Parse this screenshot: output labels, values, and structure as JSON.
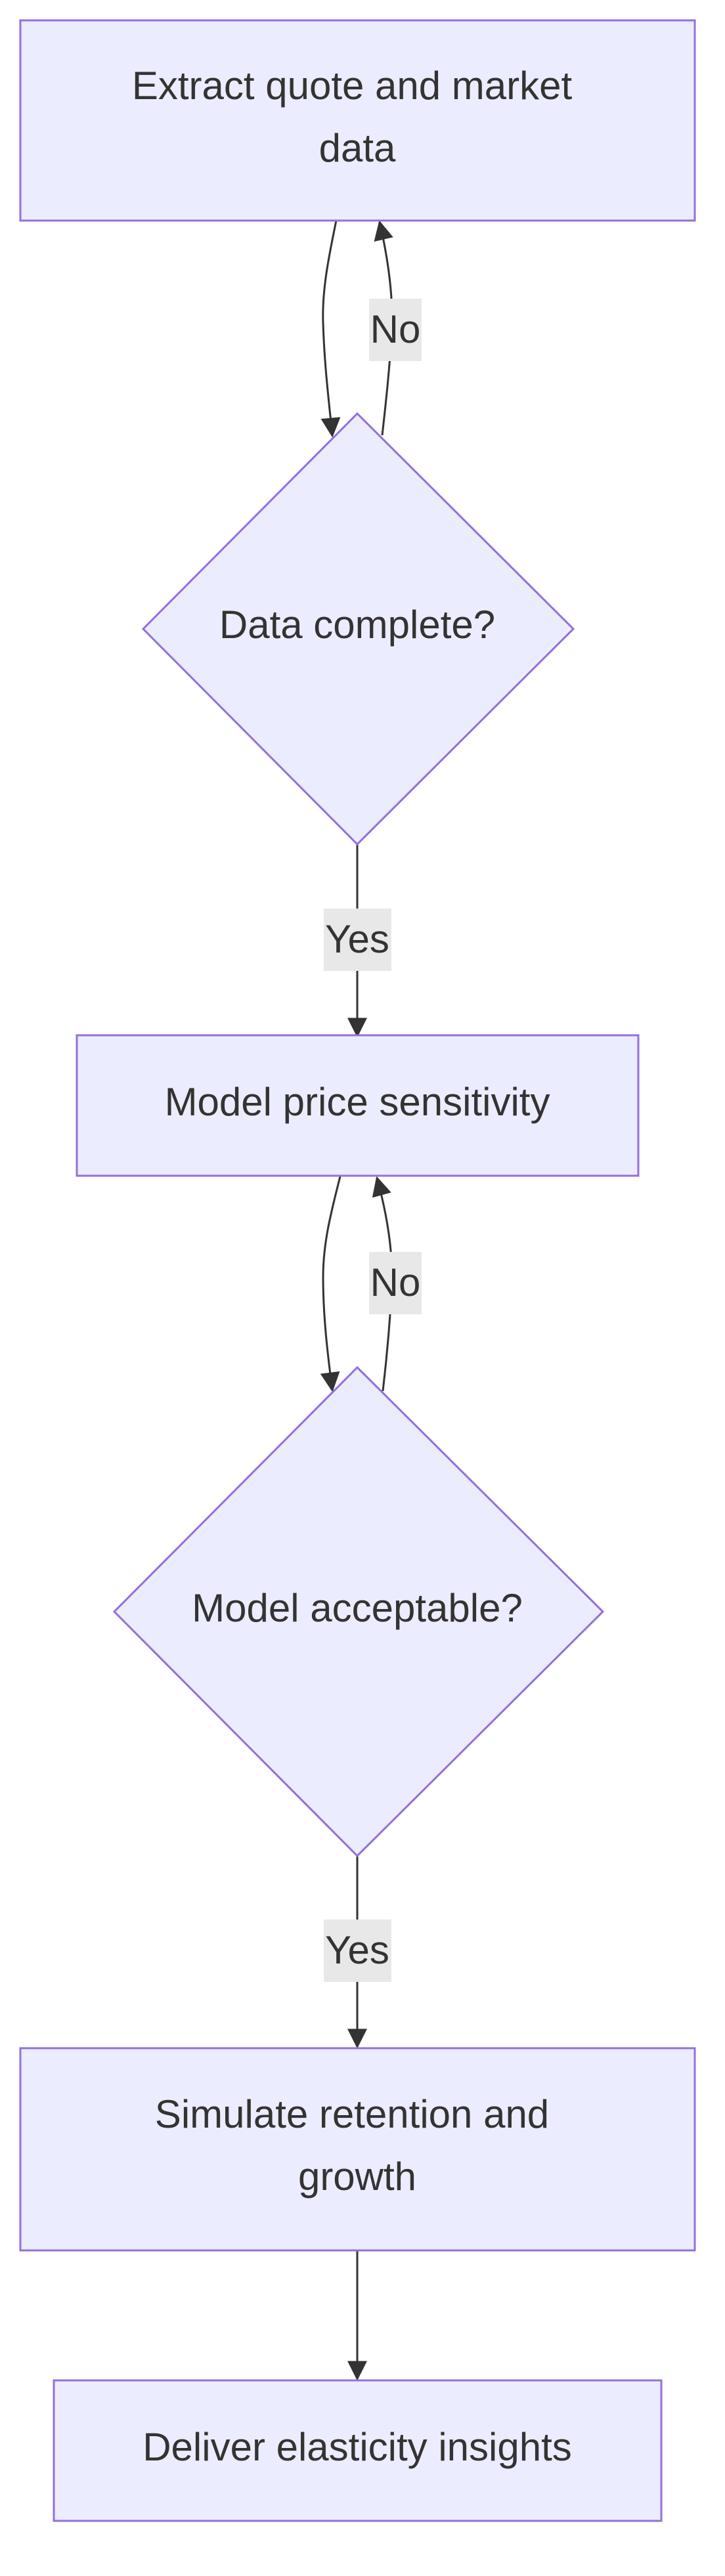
{
  "colors": {
    "node_fill": "#ececff",
    "node_stroke": "#9370db",
    "edge": "#333333",
    "label_bg": "#e8e8e8",
    "text": "#333333"
  },
  "nodes": {
    "extract": {
      "line1": "Extract quote and market",
      "line2": "data"
    },
    "data_check": {
      "label": "Data complete?"
    },
    "model": {
      "label": "Model price sensitivity"
    },
    "model_check": {
      "label": "Model acceptable?"
    },
    "simulate": {
      "line1": "Simulate retention and",
      "line2": "growth"
    },
    "deliver": {
      "label": "Deliver elasticity insights"
    }
  },
  "edges": {
    "data_no": "No",
    "data_yes": "Yes",
    "model_no": "No",
    "model_yes": "Yes"
  }
}
